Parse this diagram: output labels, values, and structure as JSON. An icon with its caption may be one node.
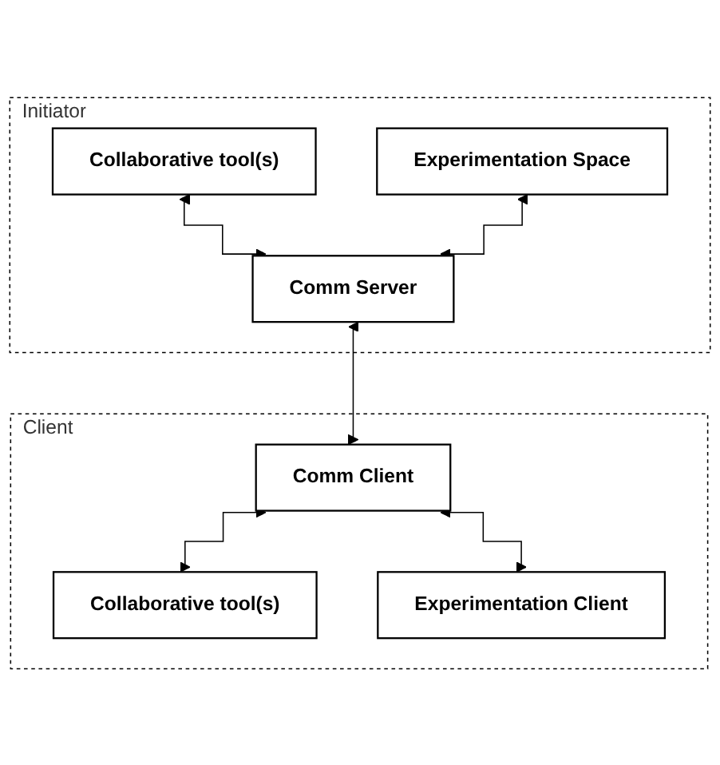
{
  "diagram": {
    "nodes": [
      {
        "text": [
          "Initiator"
        ]
      },
      {
        "text": [
          "Collaborative tool(s)"
        ],
        "in": 0
      },
      {
        "text": [
          "Experimentation Space"
        ],
        "in": 0
      },
      {
        "text": [
          "Comm Server"
        ],
        "in": 0
      },
      {
        "text": [
          "Client"
        ]
      },
      {
        "text": [
          "Comm Client"
        ],
        "in": 4
      },
      {
        "text": [
          "Collaborative tool(s)"
        ],
        "in": 4
      },
      {
        "text": [
          "Experimentation Client"
        ],
        "in": 4
      }
    ],
    "edges": [
      {
        "from": 1,
        "to": 3,
        "arrow": "both"
      },
      {
        "from": 2,
        "to": 3,
        "arrow": "both"
      },
      {
        "from": 3,
        "to": 5,
        "arrow": "both"
      },
      {
        "from": 5,
        "to": 6,
        "arrow": "both"
      },
      {
        "from": 5,
        "to": 7,
        "arrow": "both"
      }
    ]
  }
}
